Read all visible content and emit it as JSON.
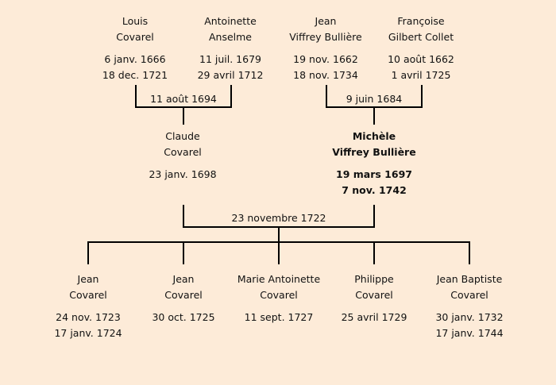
{
  "grandparents": [
    {
      "first": "Louis",
      "last": "Covarel",
      "birth": "6 janv. 1666",
      "death": "18 dec. 1721"
    },
    {
      "first": "Antoinette",
      "last": "Anselme",
      "birth": "11 juil. 1679",
      "death": "29 avril 1712"
    },
    {
      "first": "Jean",
      "last": "Viffrey Bullière",
      "birth": "19 nov. 1662",
      "death": "18 nov. 1734"
    },
    {
      "first": "Françoise",
      "last": "Gilbert Collet",
      "birth": "10 août 1662",
      "death": "1 avril 1725"
    }
  ],
  "grandparent_marriages": [
    "11 août 1694",
    "9 juin 1684"
  ],
  "parents": [
    {
      "first": "Claude",
      "last": "Covarel",
      "birth": "23 janv. 1698",
      "death": ""
    },
    {
      "first": "Michèle",
      "last": "Viffrey Bullière",
      "birth": "19 mars 1697",
      "death": "7 nov. 1742"
    }
  ],
  "parent_marriage": "23 novembre 1722",
  "children": [
    {
      "first": "Jean",
      "last": "Covarel",
      "birth": "24 nov. 1723",
      "death": "17 janv. 1724"
    },
    {
      "first": "Jean",
      "last": "Covarel",
      "birth": "30 oct. 1725",
      "death": ""
    },
    {
      "first": "Marie Antoinette",
      "last": "Covarel",
      "birth": "11 sept. 1727",
      "death": ""
    },
    {
      "first": "Philippe",
      "last": "Covarel",
      "birth": "25 avril 1729",
      "death": ""
    },
    {
      "first": "Jean Baptiste",
      "last": "Covarel",
      "birth": "30 janv. 1732",
      "death": "17 janv. 1744"
    }
  ],
  "highlighted_person": "Michèle Viffrey Bullière"
}
